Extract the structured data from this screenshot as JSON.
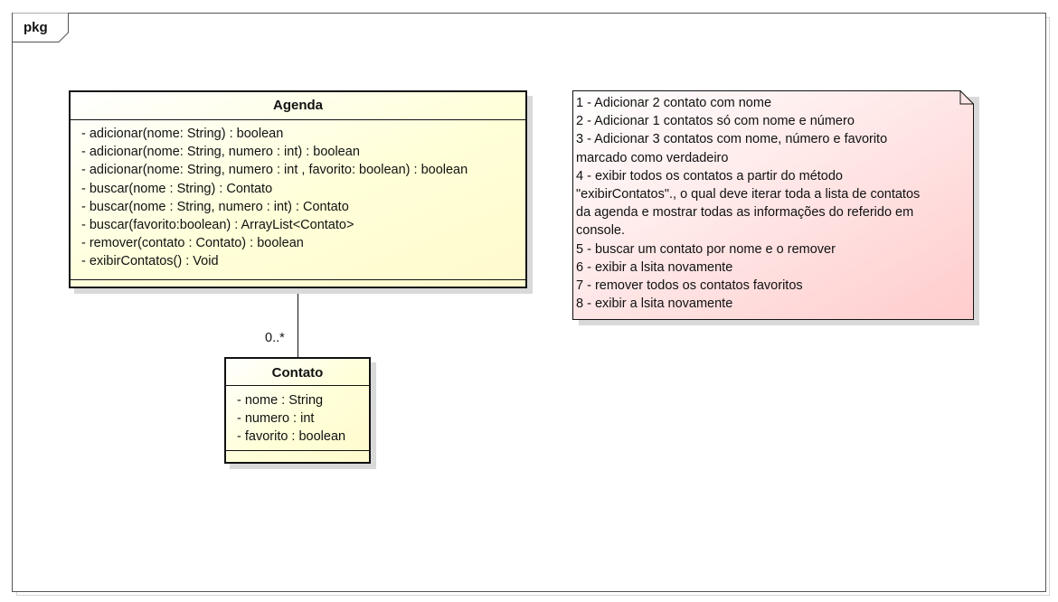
{
  "frame": {
    "label": "pkg"
  },
  "classes": {
    "agenda": {
      "name": "Agenda",
      "operations": [
        "- adicionar(nome: String) : boolean",
        "- adicionar(nome: String, numero : int) : boolean",
        "- adicionar(nome: String, numero : int , favorito: boolean) : boolean",
        "- buscar(nome : String) : Contato",
        "- buscar(nome : String, numero : int) : Contato",
        "- buscar(favorito:boolean) : ArrayList<Contato>",
        "- remover(contato : Contato) : boolean",
        "- exibirContatos() : Void"
      ]
    },
    "contato": {
      "name": "Contato",
      "attributes": [
        "- nome : String",
        "- numero : int",
        "- favorito : boolean"
      ]
    }
  },
  "association": {
    "multiplicity": "0..*"
  },
  "note": {
    "lines": [
      "1 - Adicionar 2 contato com nome",
      "2 - Adicionar 1 contatos só com nome e número",
      "3 - Adicionar 3 contatos com nome, número e favorito",
      "marcado como verdadeiro",
      "4 - exibir todos os contatos a partir do método",
      "\"exibirContatos\"., o qual deve iterar toda a lista de contatos",
      "da agenda e mostrar todas as informações do referido em",
      "console.",
      "5 - buscar um contato por nome e o remover",
      "6 - exibir a lsita novamente",
      "7 - remover todos os contatos favoritos",
      "8 - exibir a lsita novamente"
    ]
  },
  "colors": {
    "class_fill": "#ffffd8",
    "note_fill_start": "#ffffff",
    "note_fill_end": "#ffcccc",
    "stroke": "#111111"
  }
}
